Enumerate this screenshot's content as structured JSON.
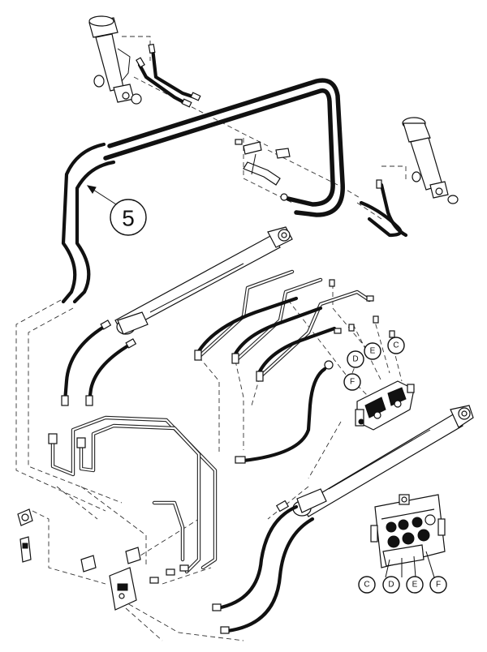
{
  "reference_number": "5",
  "port_labels": {
    "main_valve": [
      "D",
      "E",
      "C",
      "F"
    ],
    "inset": [
      "C",
      "D",
      "E",
      "F"
    ]
  },
  "colors": {
    "line": "#111111",
    "background": "#ffffff"
  }
}
